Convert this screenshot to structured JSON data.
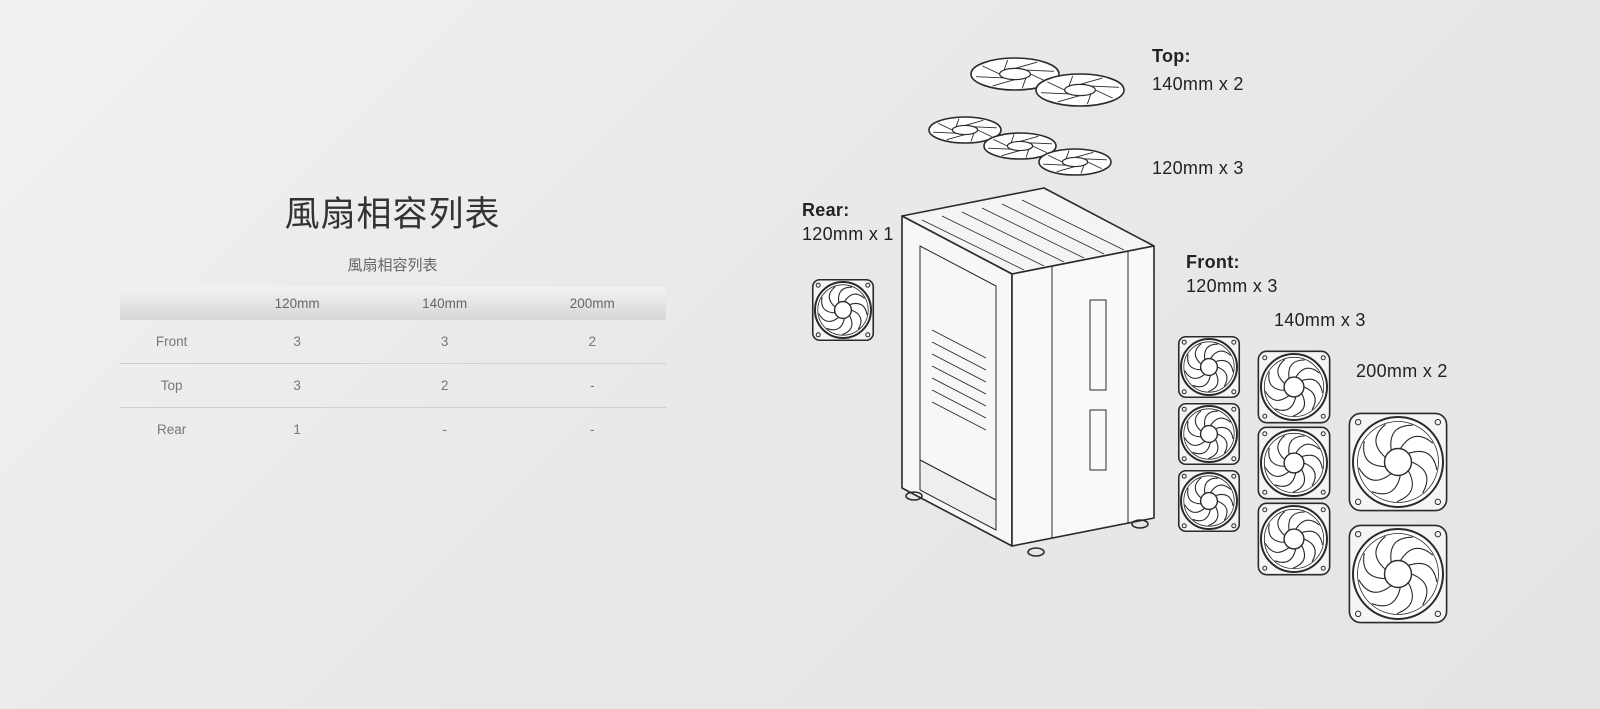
{
  "title": "風扇相容列表",
  "table": {
    "caption": "風扇相容列表",
    "columns": [
      "",
      "120mm",
      "140mm",
      "200mm"
    ],
    "rows": [
      {
        "label": "Front",
        "cells": [
          "3",
          "3",
          "2"
        ]
      },
      {
        "label": "Top",
        "cells": [
          "3",
          "2",
          "-"
        ]
      },
      {
        "label": "Rear",
        "cells": [
          "1",
          "-",
          "-"
        ]
      }
    ]
  },
  "diagram": {
    "top_heading": "Top:",
    "top_140": "140mm x 2",
    "top_120": "120mm x 3",
    "rear_heading": "Rear:",
    "rear_120": "120mm x 1",
    "front_heading": "Front:",
    "front_120": "120mm x 3",
    "front_140": "140mm x 3",
    "front_200": "200mm x 2",
    "line_color": "#2a2a2a",
    "fill_color": "#f5f5f5"
  }
}
